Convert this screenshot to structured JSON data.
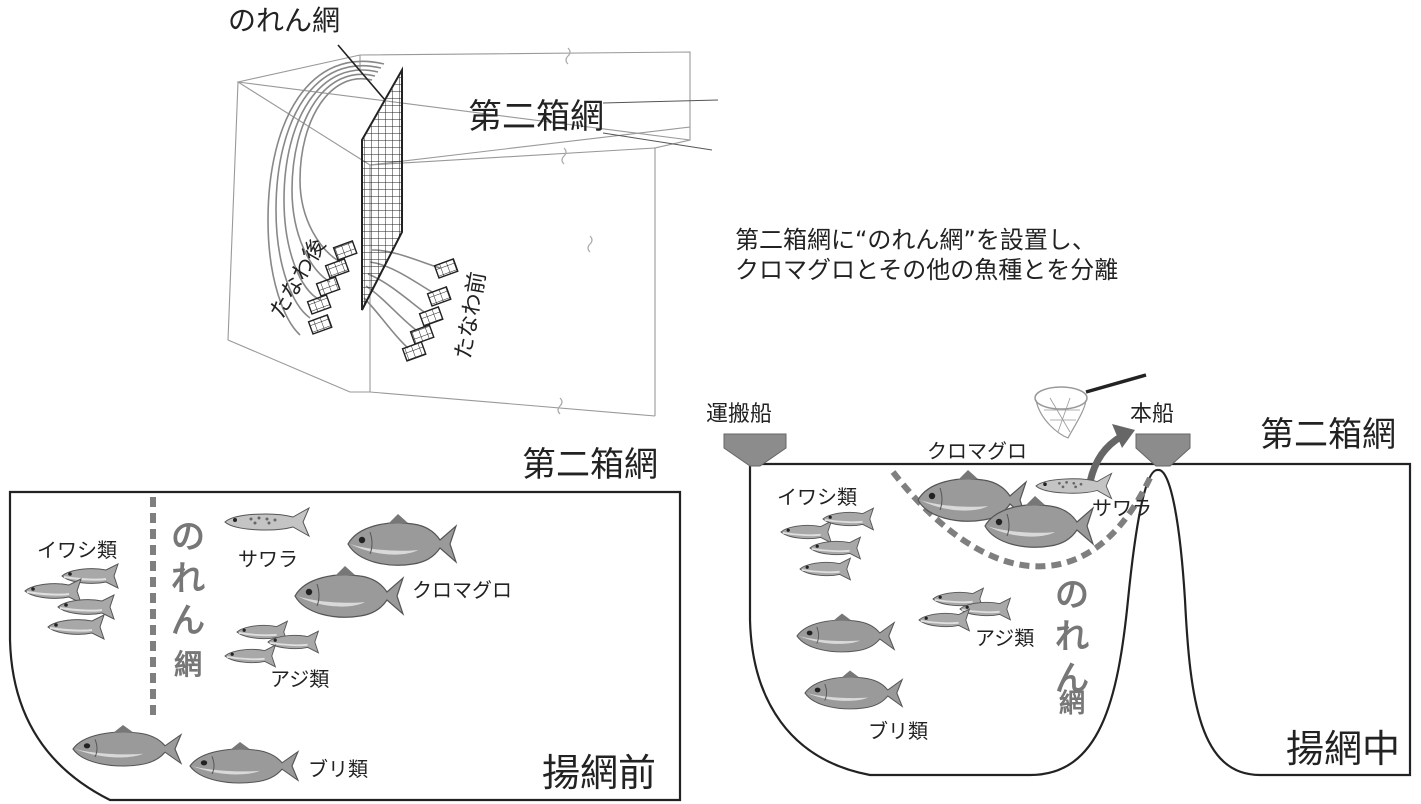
{
  "top": {
    "noren_label": "のれん網",
    "box_label": "第二箱網",
    "tanawa_back": "たなわ後",
    "tanawa_front": "たなわ前",
    "caption_line1": "第二箱網に“のれん網”を設置し、",
    "caption_line2": "クロマグロとその他の魚種とを分離"
  },
  "left_panel": {
    "box_label": "第二箱網",
    "stage_label": "揚網前",
    "net_label": [
      "の",
      "れ",
      "ん",
      "網"
    ],
    "fish_labels": {
      "sardine": "イワシ類",
      "sawara": "サワラ",
      "tuna": "クロマグロ",
      "aji": "アジ類",
      "buri": "ブリ類"
    }
  },
  "right_panel": {
    "box_label": "第二箱網",
    "stage_label": "揚網中",
    "transport_boat": "運搬船",
    "main_boat": "本船",
    "net_label": [
      "の",
      "れ",
      "ん",
      "網"
    ],
    "fish_labels": {
      "sardine": "イワシ類",
      "sawara": "サワラ",
      "tuna": "クロマグロ",
      "aji": "アジ類",
      "buri": "ブリ類"
    }
  },
  "colors": {
    "line": "#222222",
    "net_gray": "#808080",
    "boat_gray": "#8c8c8c",
    "fish_gray": "#9a9a9a"
  }
}
